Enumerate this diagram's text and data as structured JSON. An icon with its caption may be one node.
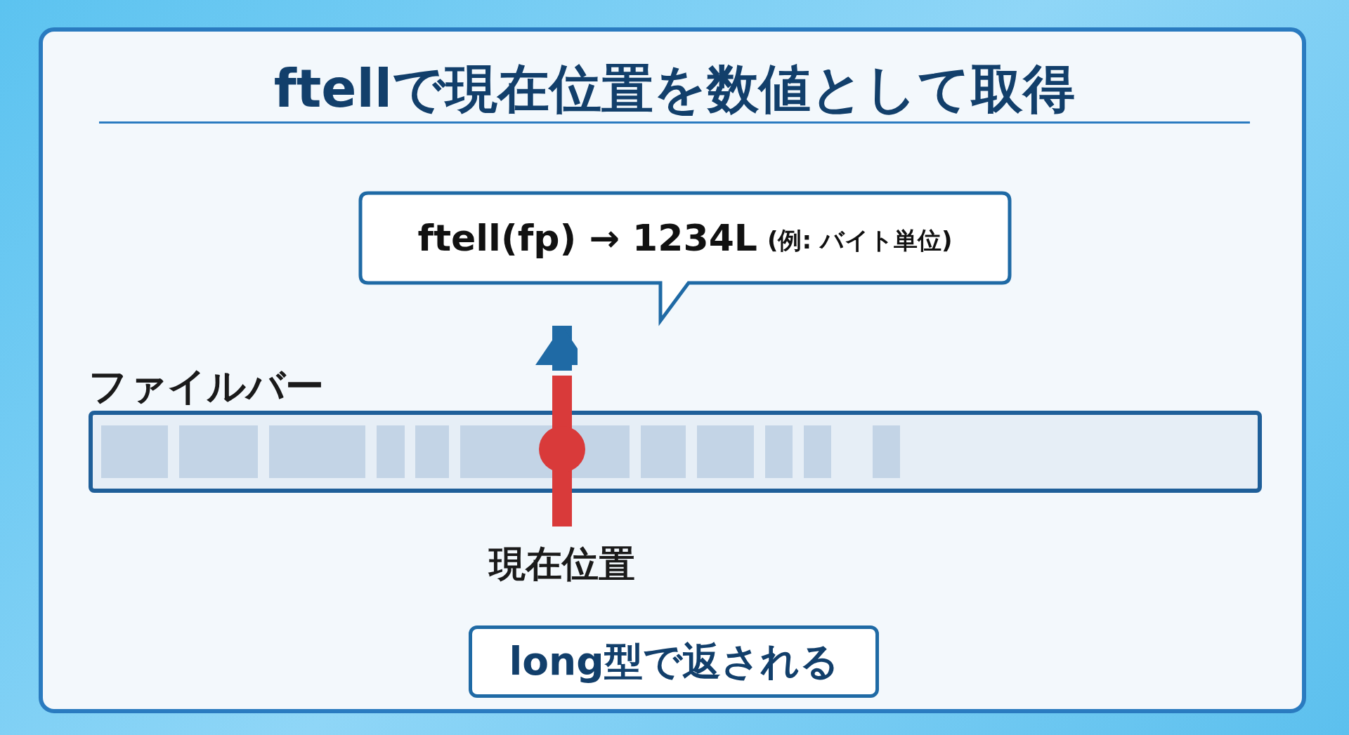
{
  "diagram": {
    "title": "ftellで現在位置を数値として取得",
    "nodes": [
      {
        "text": [
          "ファイルバー"
        ]
      },
      {
        "text": [
          "ftell(fp) → 1234L",
          "(例: バイト単位)"
        ]
      },
      {
        "text": [
          "現在位置"
        ]
      },
      {
        "text": [
          "long型で返される"
        ]
      }
    ],
    "edges": [
      {
        "from": 2,
        "to": 1,
        "arrow": "to",
        "color": "#1f6aa5"
      }
    ]
  }
}
